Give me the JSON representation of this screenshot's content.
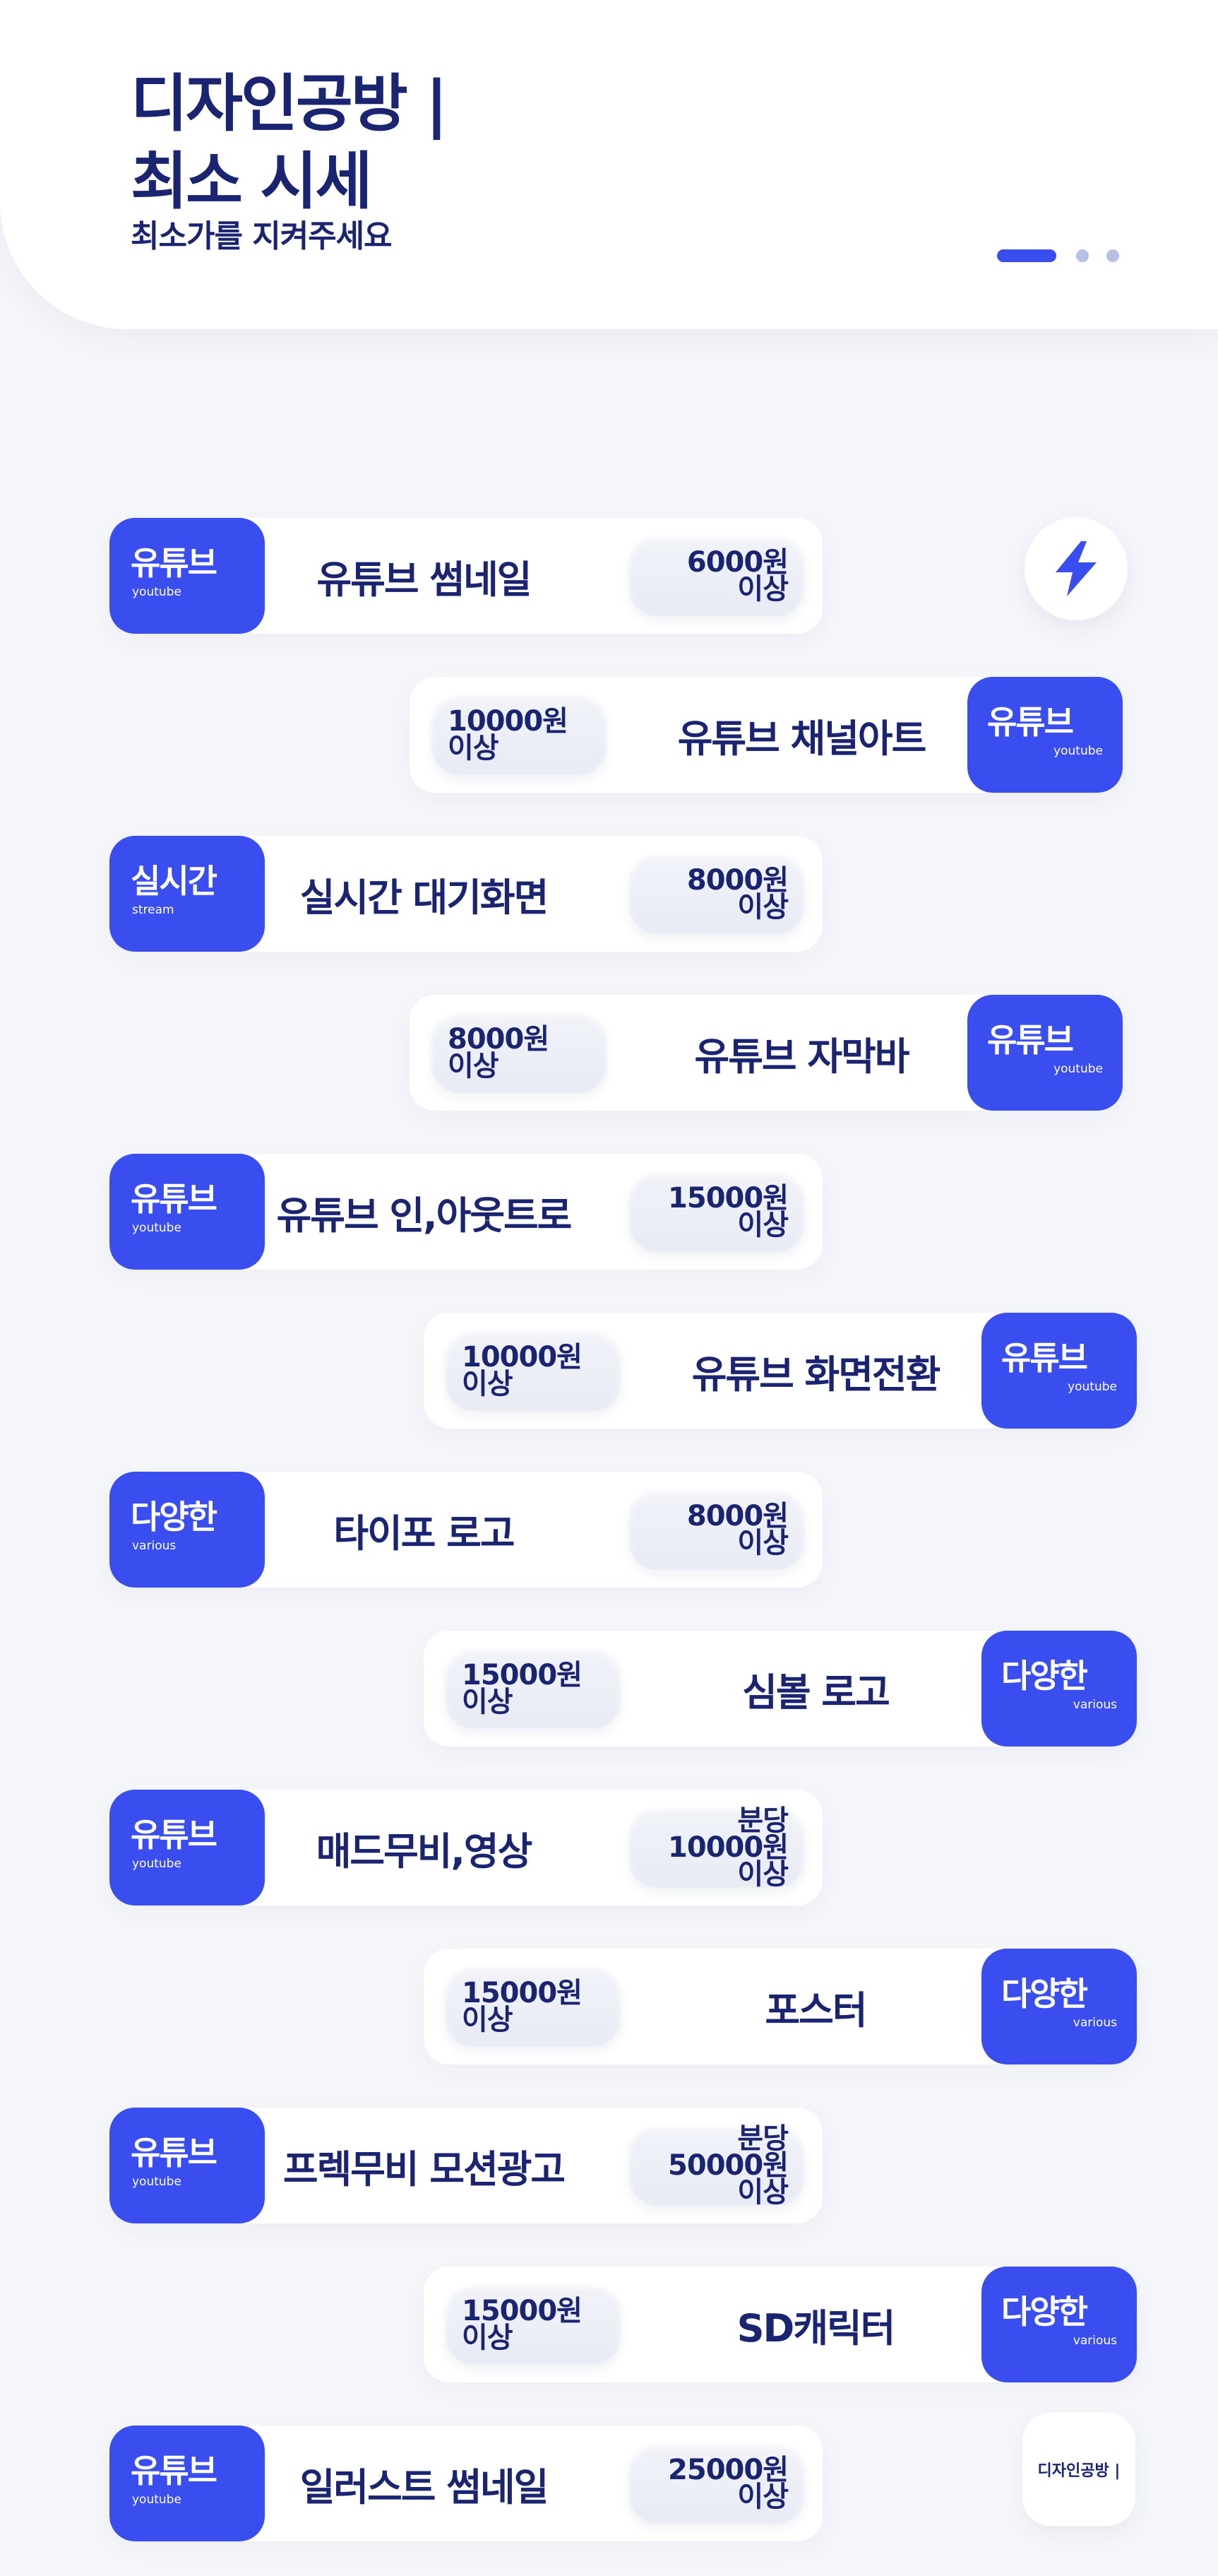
{
  "header": {
    "title_line1": "디자인공방 |",
    "title_line2": "최소 시세",
    "subtitle": "최소가를 지켜주세요"
  },
  "logo_text": "디자인공방 |",
  "accent_color": "#3a4ef0",
  "text_color": "#1a2470",
  "items": [
    {
      "tag": "유튜브",
      "tag_sub": "youtube",
      "name": "유튜브 썸네일",
      "price_line1": "6000원",
      "price_line2": "이상"
    },
    {
      "tag": "유튜브",
      "tag_sub": "youtube",
      "name": "유튜브 채널아트",
      "price_line1": "10000원",
      "price_line2": "이상"
    },
    {
      "tag": "실시간",
      "tag_sub": "stream",
      "name": "실시간 대기화면",
      "price_line1": "8000원",
      "price_line2": "이상"
    },
    {
      "tag": "유튜브",
      "tag_sub": "youtube",
      "name": "유튜브 자막바",
      "price_line1": "8000원",
      "price_line2": "이상"
    },
    {
      "tag": "유튜브",
      "tag_sub": "youtube",
      "name": "유튜브 인,아웃트로",
      "price_line1": "15000원",
      "price_line2": "이상"
    },
    {
      "tag": "유튜브",
      "tag_sub": "youtube",
      "name": "유튜브 화면전환",
      "price_line1": "10000원",
      "price_line2": "이상"
    },
    {
      "tag": "다양한",
      "tag_sub": "various",
      "name": "타이포 로고",
      "price_line1": "8000원",
      "price_line2": "이상"
    },
    {
      "tag": "다양한",
      "tag_sub": "various",
      "name": "심볼 로고",
      "price_line1": "15000원",
      "price_line2": "이상"
    },
    {
      "tag": "유튜브",
      "tag_sub": "youtube",
      "name": "매드무비,영상",
      "price_line0": "분당",
      "price_line1": "10000원",
      "price_line2": "이상"
    },
    {
      "tag": "다양한",
      "tag_sub": "various",
      "name": "포스터",
      "price_line1": "15000원",
      "price_line2": "이상"
    },
    {
      "tag": "유튜브",
      "tag_sub": "youtube",
      "name": "프렉무비 모션광고",
      "price_line0": "분당",
      "price_line1": "50000원",
      "price_line2": "이상"
    },
    {
      "tag": "다양한",
      "tag_sub": "various",
      "name": "SD캐릭터",
      "price_line1": "15000원",
      "price_line2": "이상"
    },
    {
      "tag": "유튜브",
      "tag_sub": "youtube",
      "name": "일러스트 썸네일",
      "price_line1": "25000원",
      "price_line2": "이상"
    }
  ]
}
